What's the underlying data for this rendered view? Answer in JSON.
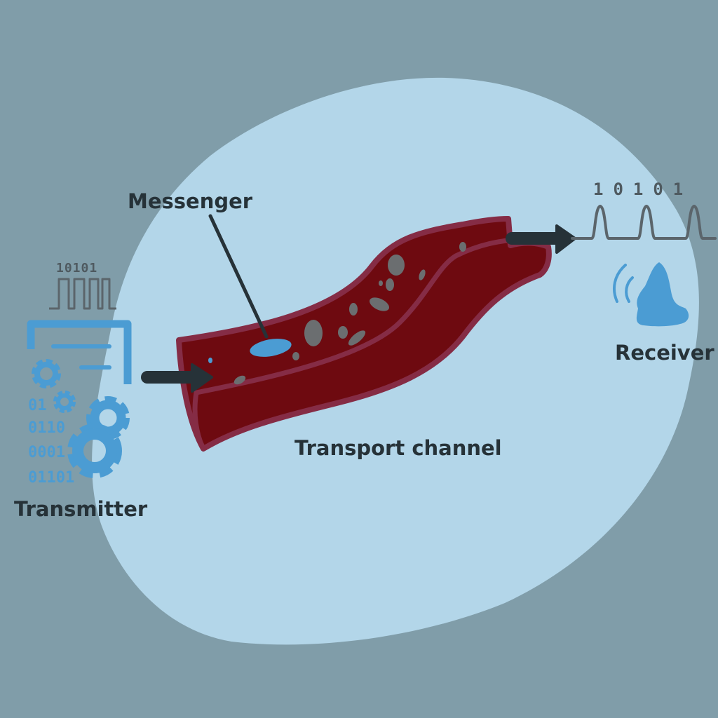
{
  "labels": {
    "messenger": "Messenger",
    "transport_channel": "Transport channel",
    "receiver": "Receiver",
    "transmitter": "Transmitter"
  },
  "transmitter": {
    "bits": "10101",
    "code_lines": [
      "01",
      "0110",
      "0001",
      "01101"
    ]
  },
  "receiver": {
    "bits": "10101"
  },
  "colors": {
    "background": "#809da9",
    "cell": "#b3d6e9",
    "vessel": "#6e0a10",
    "vessel_outline": "#852c45",
    "accent_blue": "#4b9cd3",
    "dark": "#263238",
    "particle": "#6b6e70"
  },
  "icons": {
    "transmitter": "gear-icon",
    "receiver": "signal-receiver-icon"
  }
}
